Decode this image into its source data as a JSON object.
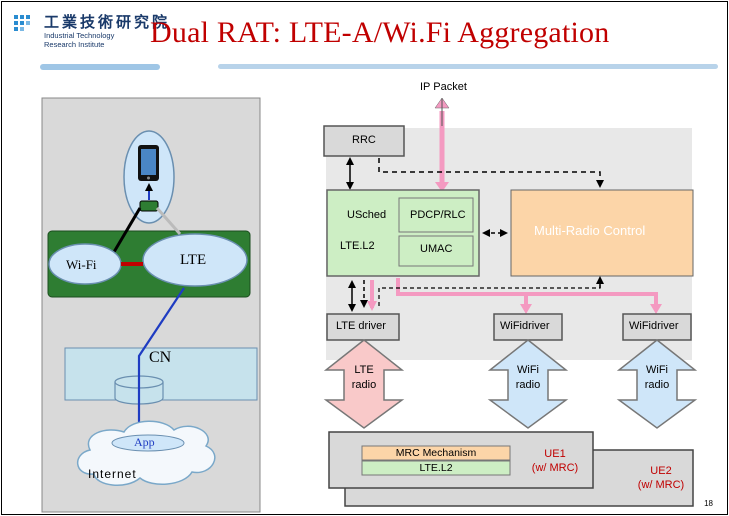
{
  "slide": {
    "title": "Dual RAT: LTE-A/Wi.Fi  Aggregation",
    "page_number": "18",
    "logo": {
      "name_zh": "工業技術研究院",
      "name_en_line1": "Industrial Technology",
      "name_en_line2": "Research Institute"
    }
  },
  "left_diagram": {
    "wifi_label": "Wi-Fi",
    "lte_label": "LTE",
    "cn_label": "CN",
    "app_label": "App",
    "internet_label": "Internet"
  },
  "right_diagram": {
    "ip_packet": "IP Packet",
    "rrc": "RRC",
    "usched": "USched",
    "pdcp_rlc": "PDCP/RLC",
    "lte_l2": "LTE.L2",
    "umac": "UMAC",
    "mrc": "Multi-Radio Control",
    "lte_driver": "LTE driver",
    "wifi_driver_1": "WiFidriver",
    "wifi_driver_2": "WiFidriver",
    "lte_radio_1": "LTE",
    "lte_radio_2": "radio",
    "wifi_radio_a1": "WiFi",
    "wifi_radio_a2": "radio",
    "wifi_radio_b1": "WiFi",
    "wifi_radio_b2": "radio",
    "mrc_mechanism": "MRC Mechanism",
    "lte_l2_bottom": "LTE.L2",
    "ue1_line1": "UE1",
    "ue1_line2": "(w/ MRC)",
    "ue2_line1": "UE2",
    "ue2_line2": "(w/ MRC)"
  },
  "colors": {
    "title": "#c00000",
    "pink_arrow": "#f49ac1",
    "lte_green": "#cdeec4",
    "mrc_orange": "#fcd5a8",
    "radio_pink": "#f9c9c9",
    "radio_blue": "#cfe6f9",
    "network_green": "#2e7d32"
  }
}
